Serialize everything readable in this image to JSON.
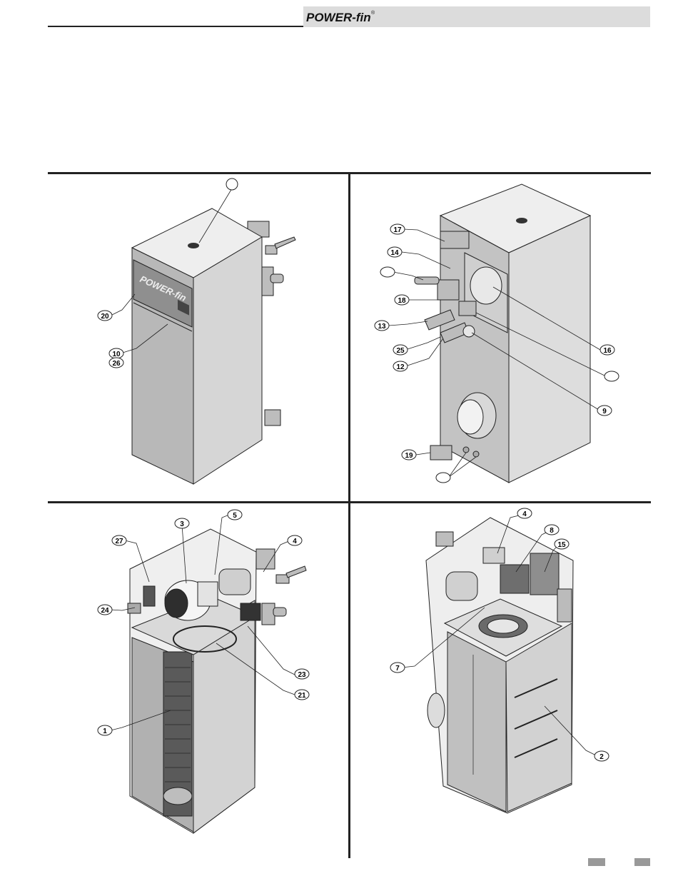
{
  "header": {
    "brand": "POWER-fin",
    "brand_mark": "®"
  },
  "figures": {
    "front": {
      "callouts": [
        "",
        "20",
        "10",
        "26"
      ]
    },
    "rear": {
      "callouts": [
        "17",
        "14",
        "",
        "18",
        "13",
        "25",
        "12",
        "16",
        "",
        "9",
        "19",
        ""
      ]
    },
    "front_open": {
      "callouts": [
        "27",
        "3",
        "5",
        "4",
        "24",
        "23",
        "21",
        "1"
      ]
    },
    "rear_open": {
      "callouts": [
        "4",
        "8",
        "15",
        "7",
        "2"
      ]
    }
  },
  "colors": {
    "panel_light": "#e6e6e6",
    "panel_mid": "#c9c9c9",
    "panel_dark": "#9f9f9f",
    "line": "#222222",
    "header_band": "#dcdcdc"
  }
}
